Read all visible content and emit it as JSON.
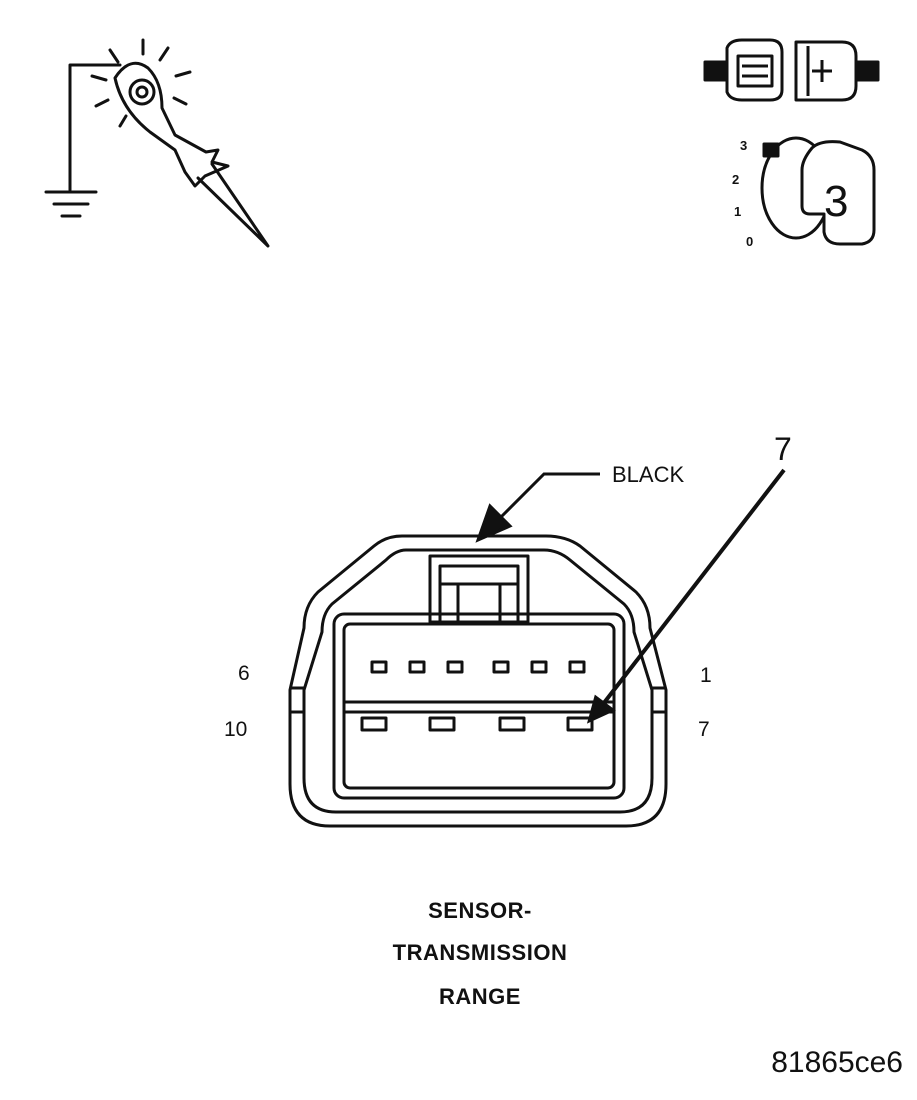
{
  "ignition": {
    "scale": [
      "3",
      "2",
      "1",
      "0"
    ],
    "key_number": "3"
  },
  "connector": {
    "color_callout": "BLACK",
    "pin_callout": "7",
    "pin_labels": {
      "top_left": "6",
      "top_right": "1",
      "bottom_left": "10",
      "bottom_right": "7"
    }
  },
  "caption": {
    "line1": "SENSOR-",
    "line2": "TRANSMISSION",
    "line3": "RANGE"
  },
  "figure_id": "81865ce6",
  "colors": {
    "ink": "#111111",
    "background": "#ffffff"
  }
}
